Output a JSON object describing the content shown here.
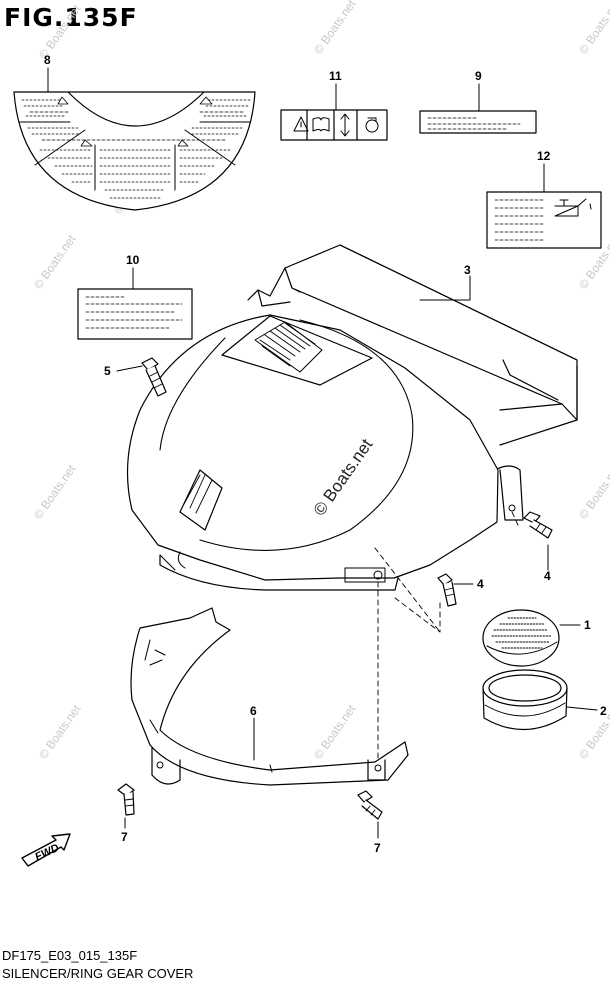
{
  "figure": {
    "title": "FIG.135F",
    "code": "DF175_E03_015_135F",
    "name": "SILENCER/RING GEAR COVER"
  },
  "callouts": {
    "c1": "1",
    "c2": "2",
    "c3": "3",
    "c4a": "4",
    "c4b": "4",
    "c5": "5",
    "c6": "6",
    "c7a": "7",
    "c7b": "7",
    "c8": "8",
    "c9": "9",
    "c10": "10",
    "c11": "11",
    "c12": "12"
  },
  "fwd_label": "FWD",
  "watermark": {
    "text": "© Boats.net",
    "main_text": "© Boats.net"
  },
  "icons": [
    "warning-icon",
    "manual-icon",
    "updown-arrow-icon",
    "fuel-cap-icon",
    "oil-can-icon"
  ],
  "colors": {
    "line": "#000000",
    "background": "#ffffff",
    "watermark": "#c9c9c9"
  }
}
